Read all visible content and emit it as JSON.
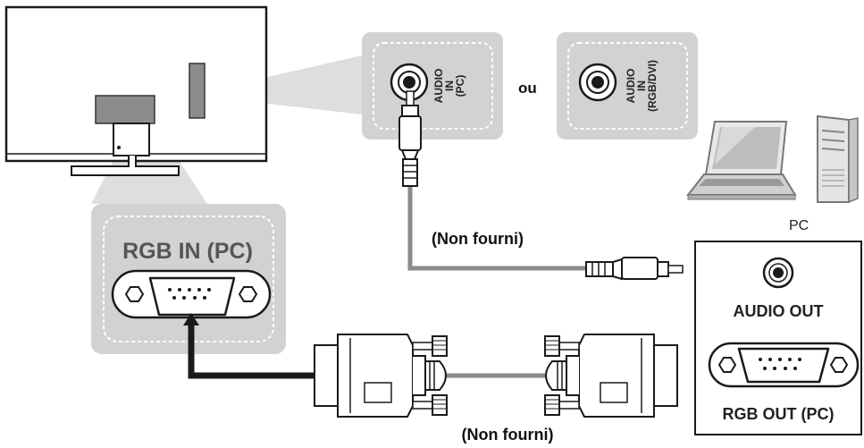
{
  "panel_audio_pc": {
    "line1": "AUDIO",
    "line2": "IN",
    "line3": "(PC)"
  },
  "connector_word": "ou",
  "panel_audio_rgbdvi": {
    "line1": "AUDIO",
    "line2": "IN",
    "line3": "(RGB/DVI)"
  },
  "computer_label": "PC",
  "audio_cable_note": "(Non fourni)",
  "rgb_in_label": "RGB IN (PC)",
  "pc_panel": {
    "audio_out_label": "AUDIO OUT",
    "rgb_out_label": "RGB OUT (PC)"
  },
  "vga_cable_note": "(Non fourni)",
  "colors": {
    "panel_gray": "#d2d2d2",
    "zoom_gray": "#dedede",
    "cable_gray": "#8a8a8a",
    "outline": "#1a1a1a"
  }
}
